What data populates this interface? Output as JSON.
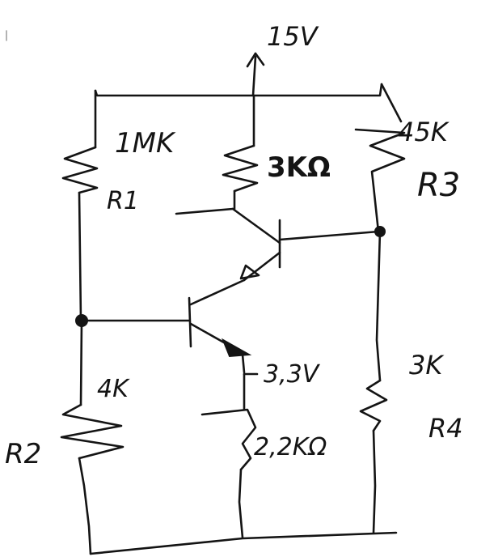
{
  "labels": {
    "supply": "15V",
    "r1_value": "1MK",
    "r1_name": "R1",
    "r2_value": "4K",
    "r2_name": "R2",
    "rc_value": "3KΩ",
    "r3_value": "45K",
    "r3_name": "R3",
    "re_value": "2,2KΩ",
    "r4_value": "3K",
    "r4_name": "R4",
    "emitter_voltage": "3,3V"
  },
  "colors": {
    "ink": "#141414",
    "paper": "#ffffff"
  }
}
